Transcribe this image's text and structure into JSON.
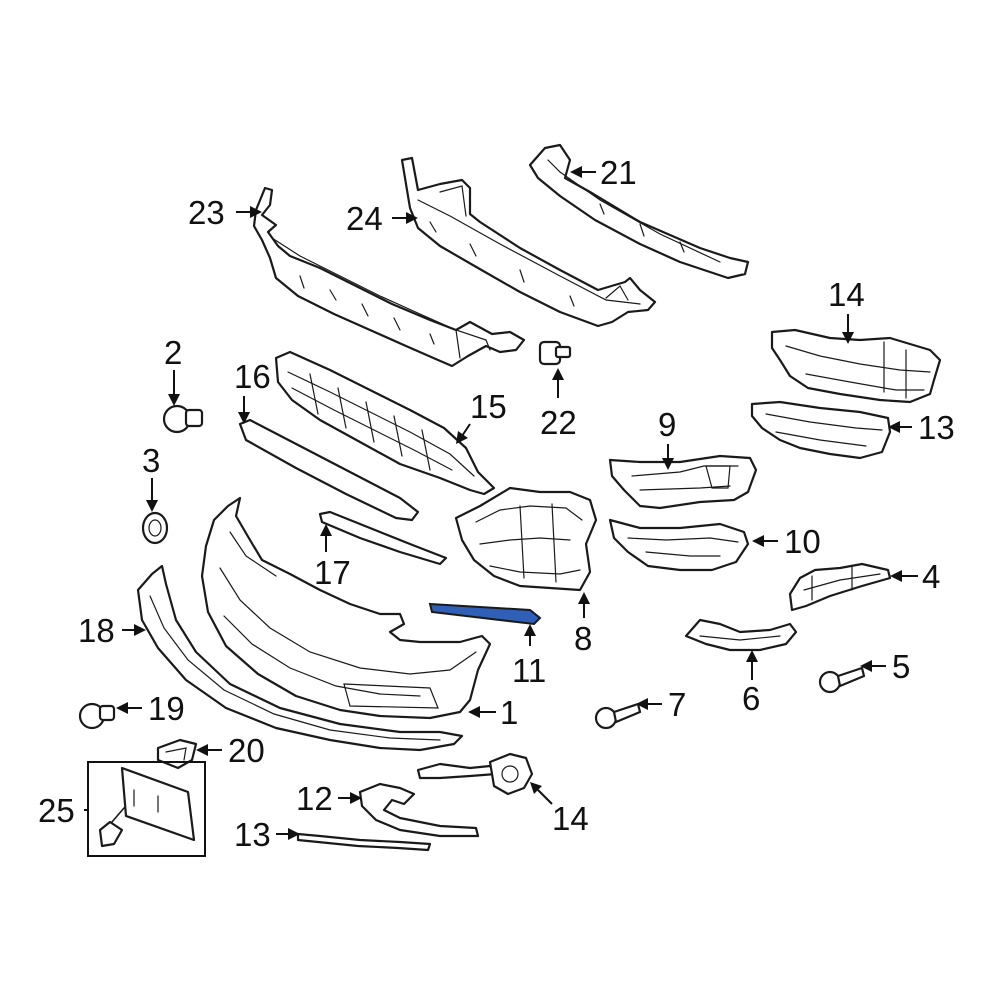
{
  "diagram": {
    "type": "exploded-parts-diagram",
    "highlight_color": "#2f5fb7",
    "callouts": [
      {
        "id": "c1",
        "label": "1"
      },
      {
        "id": "c2",
        "label": "2"
      },
      {
        "id": "c3",
        "label": "3"
      },
      {
        "id": "c4",
        "label": "4"
      },
      {
        "id": "c5",
        "label": "5"
      },
      {
        "id": "c6",
        "label": "6"
      },
      {
        "id": "c7",
        "label": "7"
      },
      {
        "id": "c8",
        "label": "8"
      },
      {
        "id": "c9",
        "label": "9"
      },
      {
        "id": "c10",
        "label": "10"
      },
      {
        "id": "c11",
        "label": "11"
      },
      {
        "id": "c12",
        "label": "12"
      },
      {
        "id": "c13a",
        "label": "13"
      },
      {
        "id": "c13b",
        "label": "13"
      },
      {
        "id": "c14a",
        "label": "14"
      },
      {
        "id": "c14b",
        "label": "14"
      },
      {
        "id": "c15",
        "label": "15"
      },
      {
        "id": "c16",
        "label": "16"
      },
      {
        "id": "c17",
        "label": "17"
      },
      {
        "id": "c18",
        "label": "18"
      },
      {
        "id": "c19",
        "label": "19"
      },
      {
        "id": "c20",
        "label": "20"
      },
      {
        "id": "c21",
        "label": "21"
      },
      {
        "id": "c22",
        "label": "22"
      },
      {
        "id": "c23",
        "label": "23"
      },
      {
        "id": "c24",
        "label": "24"
      },
      {
        "id": "c25",
        "label": "25"
      }
    ]
  }
}
